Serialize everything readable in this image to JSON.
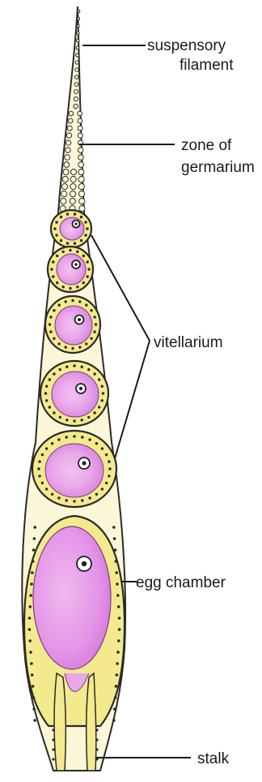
{
  "labels": {
    "suspensory_line1": "suspensory",
    "suspensory_line2": "filament",
    "zone_line1": "zone of",
    "zone_line2": "germarium",
    "vitellarium": "vitellarium",
    "egg_chamber": "egg chamber",
    "stalk": "stalk"
  },
  "colors": {
    "follicle_yellow": "#f3ea8e",
    "oocyte_pink": "#e9a6ea",
    "oocyte_pink_dark": "#d884dc",
    "outline": "#2a2a2a",
    "background": "#ffffff"
  }
}
